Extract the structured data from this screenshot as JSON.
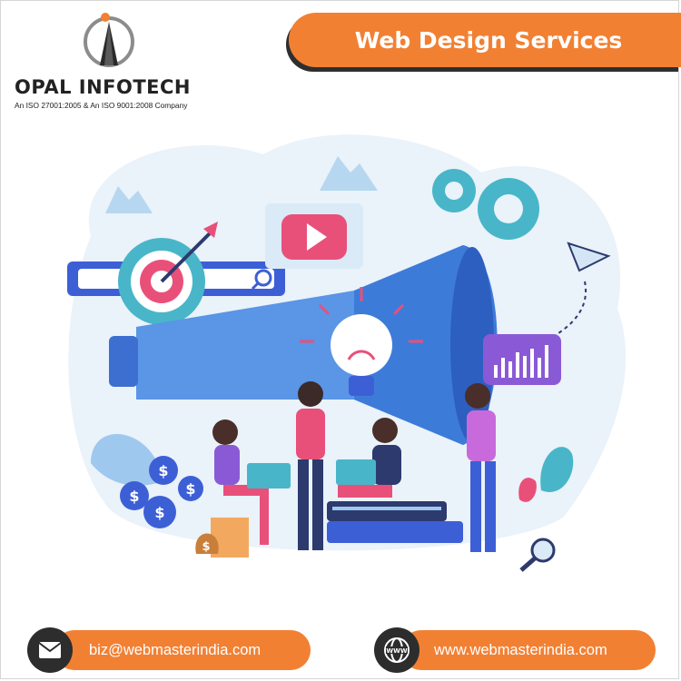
{
  "brand": {
    "name": "OPAL INFOTECH",
    "tagline": "An ISO 27001:2005 & An ISO 9001:2008 Company"
  },
  "header": {
    "title": "Web Design Services"
  },
  "illustration": {
    "icons": [
      "megaphone-icon",
      "target-icon",
      "arrow-icon",
      "search-bar-icon",
      "play-button-icon",
      "lightbulb-icon",
      "gear-icon",
      "paper-plane-icon",
      "bar-chart-icon",
      "dollar-coin-icon",
      "money-bag-icon",
      "magnifier-icon",
      "laptop-icon",
      "books-icon"
    ]
  },
  "contacts": {
    "email": "biz@webmasterindia.com",
    "website": "www.webmasterindia.com",
    "email_icon": "envelope-icon",
    "web_icon": "globe-icon"
  },
  "colors": {
    "accent": "#f28033",
    "dark": "#2d2d2d",
    "blue": "#3d7bd9",
    "pink": "#e8507a",
    "purple": "#8a5ad6"
  }
}
